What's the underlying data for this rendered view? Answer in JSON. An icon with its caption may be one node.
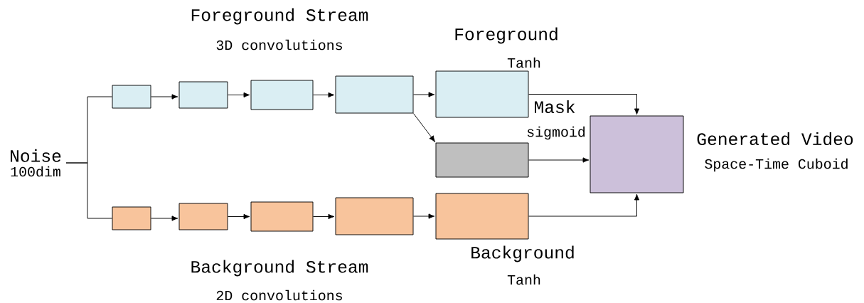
{
  "diagram": {
    "nodes": [
      {
        "text": [
          "Noise",
          "100dim"
        ]
      },
      {
        "text": [],
        "shape": "box"
      },
      {
        "text": [],
        "shape": "box"
      },
      {
        "text": [],
        "shape": "box"
      },
      {
        "text": [],
        "shape": "box"
      },
      {
        "text": [
          "Foreground",
          "Tanh"
        ]
      },
      {
        "text": [
          "Mask",
          "sigmoid"
        ]
      },
      {
        "text": [],
        "shape": "box"
      },
      {
        "text": [],
        "shape": "box"
      },
      {
        "text": [],
        "shape": "box"
      },
      {
        "text": [],
        "shape": "box"
      },
      {
        "text": [
          "Background",
          "Tanh"
        ]
      },
      {
        "text": [
          "Generated Video",
          "Space-Time Cuboid"
        ]
      }
    ],
    "edges": [
      {
        "from": 0,
        "to": 1,
        "arrow": "none"
      },
      {
        "from": 0,
        "to": 7,
        "arrow": "none"
      },
      {
        "from": 1,
        "to": 2,
        "arrow": "to"
      },
      {
        "from": 2,
        "to": 3,
        "arrow": "to"
      },
      {
        "from": 3,
        "to": 4,
        "arrow": "to"
      },
      {
        "from": 4,
        "to": 5,
        "arrow": "to"
      },
      {
        "from": 4,
        "to": 6,
        "arrow": "to"
      },
      {
        "from": 5,
        "to": 12,
        "arrow": "to"
      },
      {
        "from": 6,
        "to": 12,
        "arrow": "to"
      },
      {
        "from": 7,
        "to": 8,
        "arrow": "to"
      },
      {
        "from": 8,
        "to": 9,
        "arrow": "to"
      },
      {
        "from": 9,
        "to": 10,
        "arrow": "to"
      },
      {
        "from": 10,
        "to": 11,
        "arrow": "to"
      },
      {
        "from": 11,
        "to": 12,
        "arrow": "to"
      }
    ],
    "labels": [
      "Foreground Stream",
      "3D convolutions",
      "Background Stream",
      "2D convolutions"
    ]
  }
}
